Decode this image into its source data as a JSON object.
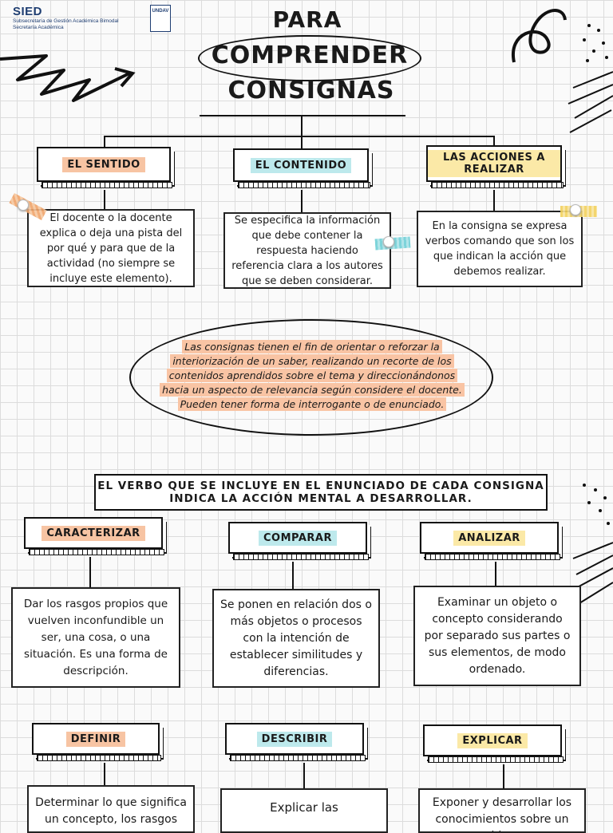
{
  "header": {
    "org_name": "SIED",
    "org_sub1": "Subsecretaría de Gestión Académica Bimodal",
    "org_sub2": "Secretaría Académica",
    "logo_text": "UNDAV"
  },
  "title": {
    "line1": "PARA",
    "line2": "COMPRENDER",
    "line3": "CONSIGNAS"
  },
  "elements": [
    {
      "label": "EL SENTIDO",
      "text": "El docente o la docente explica o deja una pista del por qué y para que de la actividad (no siempre se incluye este elemento)."
    },
    {
      "label": "EL CONTENIDO",
      "text": "Se especifica la información que debe contener la respuesta haciendo referencia clara a los autores que se deben considerar."
    },
    {
      "label": "LAS ACCIONES A REALIZAR",
      "text": "En la consigna se expresa verbos comando que son los que indican la acción que debemos realizar."
    }
  ],
  "central_text": "Las consignas tienen el fin de orientar o reforzar la interiorización de un saber, realizando un recorte de los contenidos aprendidos sobre el tema y direccionándonos hacia un aspecto de relevancia según considere el docente. Pueden tener forma de interrogante o de enunciado.",
  "verbs_heading": "EL VERBO QUE SE INCLUYE EN EL ENUNCIADO DE CADA CONSIGNA INDICA LA ACCIÓN MENTAL A DESARROLLAR.",
  "verbs": [
    {
      "label": "CARACTERIZAR",
      "text": "Dar los rasgos propios que vuelven inconfundible un ser, una cosa, o una situación. Es una forma de descripción."
    },
    {
      "label": "COMPARAR",
      "text": "Se ponen en relación dos o más objetos o procesos con la intención de establecer similitudes y diferencias."
    },
    {
      "label": "ANALIZAR",
      "text": "Examinar un objeto o concepto considerando por separado sus partes o sus elementos, de modo ordenado."
    },
    {
      "label": "DEFINIR",
      "text": "Determinar lo que significa un concepto, los rasgos"
    },
    {
      "label": "DESCRIBIR",
      "text": "Explicar las"
    },
    {
      "label": "EXPLICAR",
      "text": "Exponer y desarrollar los conocimientos sobre un objeto"
    }
  ],
  "colors": {
    "orange": "#f7c4a3",
    "cyan": "#bde9ec",
    "yellow": "#fbe9a7"
  }
}
